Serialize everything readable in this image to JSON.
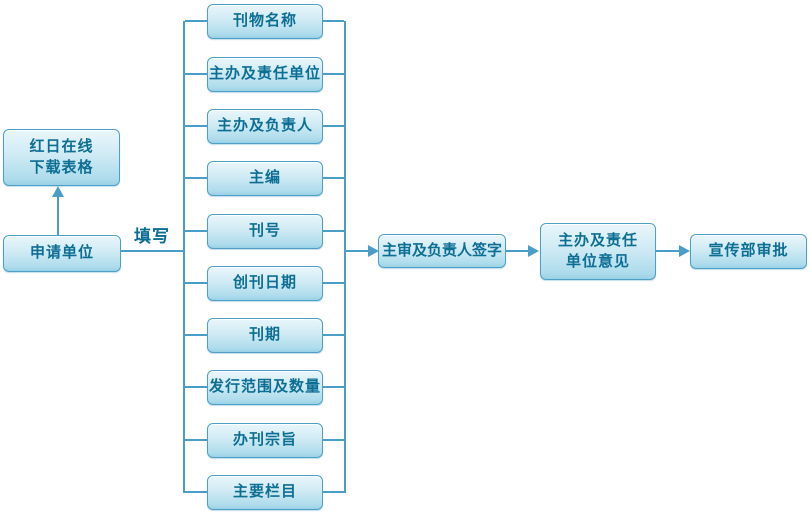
{
  "flowchart": {
    "download_label": "红日在线\n下载表格",
    "start_label": "申请单位",
    "fill_edge_label": "填写",
    "fields": [
      "刊物名称",
      "主办及责任单位",
      "主办及负责人",
      "主编",
      "刊号",
      "创刊日期",
      "刊期",
      "发行范围及数量",
      "办刊宗旨",
      "主要栏目"
    ],
    "sign_label": "主审及负责人签字",
    "opinion_label": "主办及责任\n单位意见",
    "approval_label": "宣传部审批"
  },
  "colors": {
    "line": "#4a9dc7",
    "box_border": "#4e9fc6",
    "box_fill_top": "#e9f6fb",
    "box_fill_bottom": "#9ad1e6",
    "text": "#0d6e94"
  }
}
